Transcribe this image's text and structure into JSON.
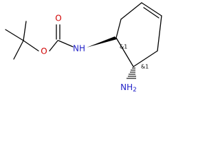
{
  "molecule": {
    "atoms": {
      "ester_oxygen": "O",
      "carbonyl_oxygen": "O",
      "amide_nitrogen": "NH",
      "amine_group": "NH2"
    },
    "stereo_descriptors": {
      "c1": "&1",
      "c2": "&1"
    }
  },
  "colors": {
    "oxygen": "#d00000",
    "nitrogen": "#1f1fc8",
    "bond": "#000000",
    "background": "#ffffff"
  }
}
